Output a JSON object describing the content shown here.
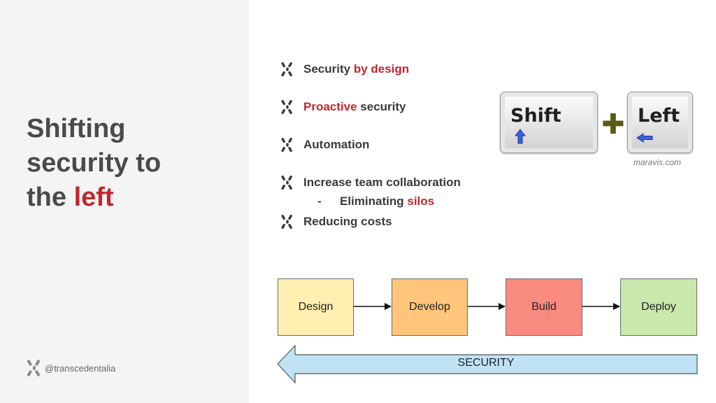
{
  "title": {
    "line1": "Shifting",
    "line2": "security to",
    "line3_prefix": "the",
    "line3_accent": "left"
  },
  "handle": "@transcedentalia",
  "bullets": [
    {
      "parts": [
        "Security",
        "by design"
      ]
    },
    {
      "parts": [
        "Proactive",
        "security"
      ]
    },
    {
      "parts": [
        "Automation"
      ]
    },
    {
      "parts": [
        "Increase team collaboration"
      ]
    },
    {
      "parts": [
        "Reducing costs"
      ]
    }
  ],
  "sub_bullet": {
    "dash": "-",
    "text": "Eliminating",
    "accent": "silos"
  },
  "keys": {
    "shift": "Shift",
    "left": "Left",
    "plus": "✚"
  },
  "credit": "maravis.com",
  "pipeline": {
    "stages": [
      {
        "label": "Design",
        "color": "#ffefb0"
      },
      {
        "label": "Develop",
        "color": "#ffc57a"
      },
      {
        "label": "Build",
        "color": "#f98a80"
      },
      {
        "label": "Deploy",
        "color": "#c8e8ac"
      }
    ],
    "security_label": "SECURITY",
    "security_color": "#bfe3f5"
  },
  "colors": {
    "accent": "#c0282d",
    "text": "#3a3a3a"
  }
}
